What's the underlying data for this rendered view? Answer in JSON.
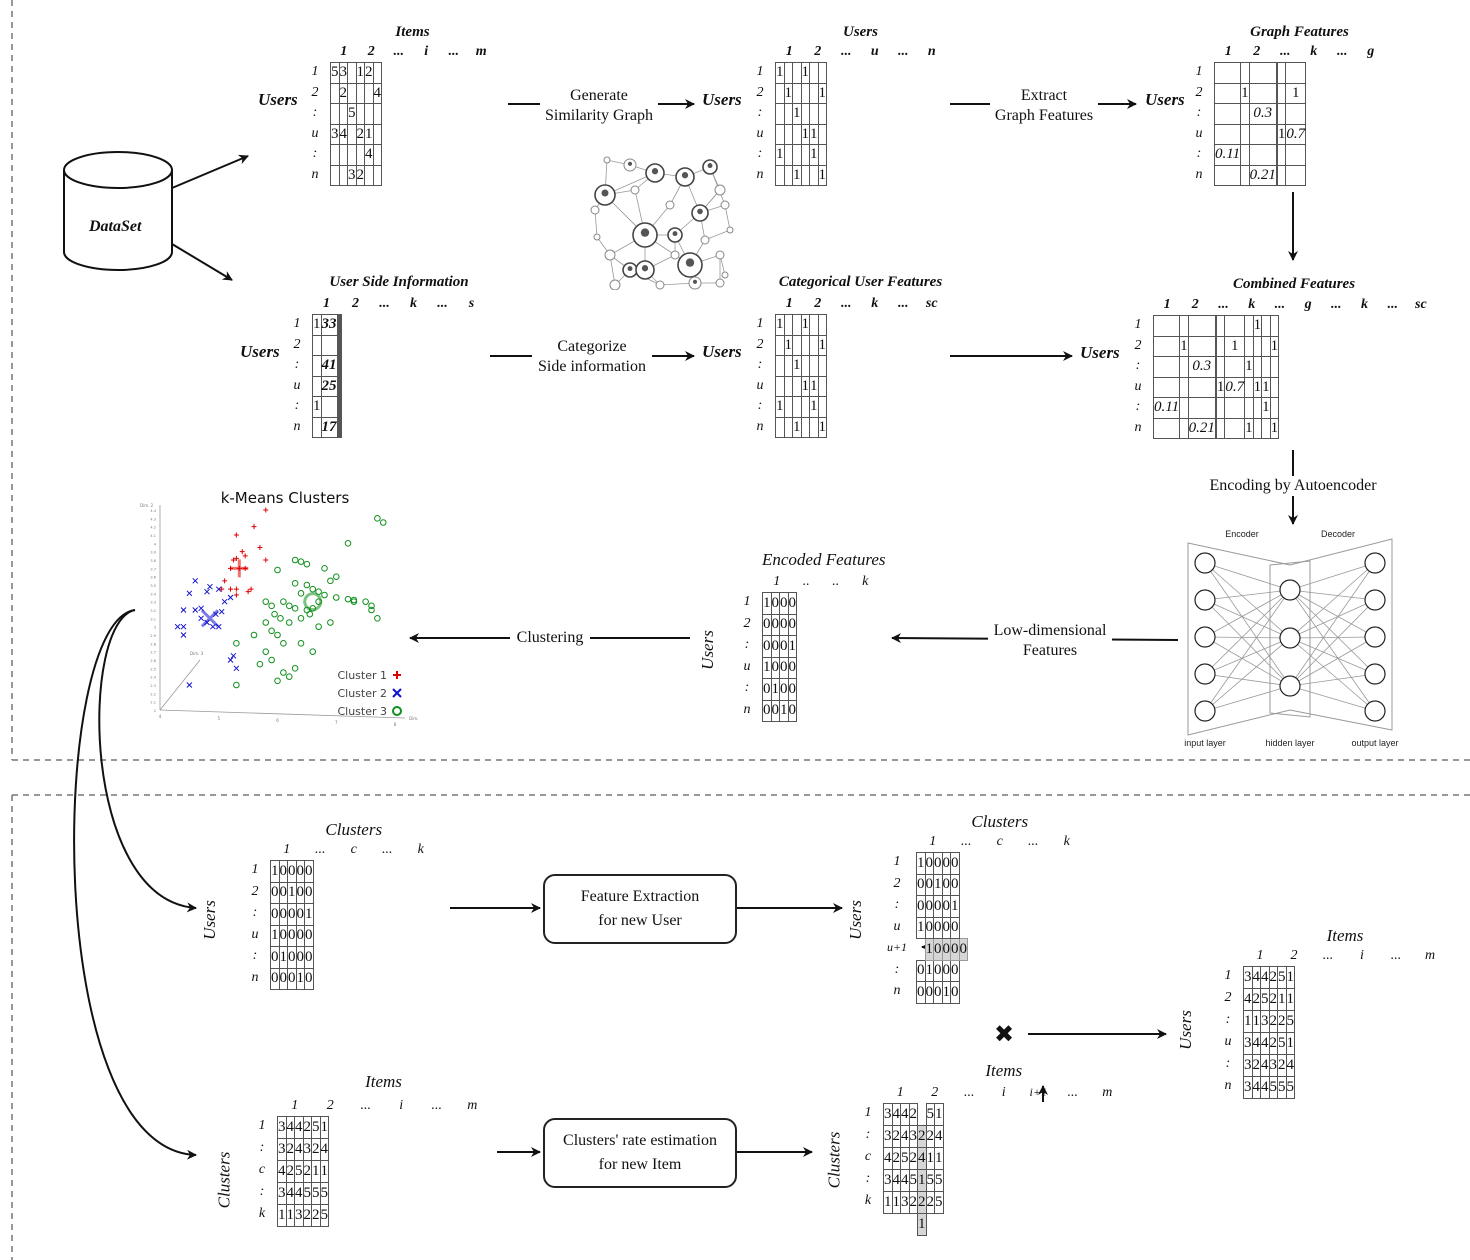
{
  "dataset": {
    "label": "DataSet"
  },
  "flow_labels": {
    "generate_graph": [
      "Generate",
      "Similarity Graph"
    ],
    "extract_features": [
      "Extract",
      "Graph Features"
    ],
    "categorize": [
      "Categorize",
      "Side information"
    ],
    "encoding": "Encoding by Autoencoder",
    "low_dim": [
      "Low-dimensional",
      "Features"
    ],
    "clustering": "Clustering"
  },
  "process_boxes": {
    "feature_extraction": [
      "Feature Extraction",
      "for new User"
    ],
    "rate_estimation": [
      "Clusters' rate estimation",
      "for new Item"
    ]
  },
  "multiply_symbol": "✖",
  "matrices": {
    "ratings": {
      "title": "Items",
      "axis": "Users",
      "cols": [
        "1",
        "2",
        "...",
        "i",
        "...",
        "m"
      ],
      "rows": [
        "1",
        "2",
        ":",
        "u",
        ":",
        "n"
      ],
      "cells": [
        [
          "5",
          "3",
          "",
          "1",
          "2",
          ""
        ],
        [
          "",
          "2",
          "",
          "",
          "",
          "4"
        ],
        [
          "",
          "",
          "5",
          "",
          "",
          ""
        ],
        [
          "3",
          "4",
          "",
          "2",
          "1",
          ""
        ],
        [
          "",
          "",
          "",
          "",
          "4",
          ""
        ],
        [
          "",
          "",
          "3",
          "2",
          "",
          ""
        ]
      ]
    },
    "similarity": {
      "title": "Users",
      "axis": "Users",
      "cols": [
        "1",
        "2",
        "...",
        "u",
        "...",
        "n"
      ],
      "rows": [
        "1",
        "2",
        ":",
        "u",
        ":",
        "n"
      ],
      "cells": [
        [
          "1",
          "",
          "",
          "1",
          "",
          ""
        ],
        [
          "",
          "1",
          "",
          "",
          "",
          "1"
        ],
        [
          "",
          "",
          "1",
          "",
          "",
          ""
        ],
        [
          "",
          "",
          "",
          "1",
          "1",
          ""
        ],
        [
          "1",
          "",
          "",
          "",
          "1",
          ""
        ],
        [
          "",
          "",
          "1",
          "",
          "",
          "1"
        ]
      ]
    },
    "graph_features": {
      "title": "Graph Features",
      "axis": "Users",
      "cols": [
        "1",
        "2",
        "...",
        "k",
        "...",
        "g"
      ],
      "rows": [
        "1",
        "2",
        ":",
        "u",
        ":",
        "n"
      ],
      "cells": [
        [
          "",
          "",
          "",
          "",
          "",
          ""
        ],
        [
          "",
          "1",
          "",
          "",
          "",
          "1"
        ],
        [
          "",
          "",
          "0.3",
          "",
          "",
          ""
        ],
        [
          "",
          "",
          "",
          "",
          "1",
          "0.7"
        ],
        [
          "0.11",
          "",
          "",
          "",
          "",
          ""
        ],
        [
          "",
          "",
          "0.21",
          "",
          "",
          ""
        ]
      ]
    },
    "side_info": {
      "title": "User Side Information",
      "axis": "Users",
      "cols": [
        "1",
        "2",
        "...",
        "k",
        "...",
        "s"
      ],
      "rows": [
        "1",
        "2",
        ":",
        "u",
        ":",
        "n"
      ],
      "cells": [
        [
          "1",
          "33",
          "",
          "",
          "",
          ""
        ],
        [
          "",
          "",
          "",
          "",
          "",
          ""
        ],
        [
          "",
          "41",
          "",
          "",
          "",
          ""
        ],
        [
          "",
          "25",
          "",
          "",
          "",
          ""
        ],
        [
          "1",
          "",
          "",
          "",
          "",
          ""
        ],
        [
          "",
          "17",
          "",
          "",
          "",
          ""
        ]
      ]
    },
    "categorical": {
      "title": "Categorical User Features",
      "axis": "Users",
      "cols": [
        "1",
        "2",
        "...",
        "k",
        "...",
        "sc"
      ],
      "rows": [
        "1",
        "2",
        ":",
        "u",
        ":",
        "n"
      ],
      "cells": [
        [
          "1",
          "",
          "",
          "1",
          "",
          ""
        ],
        [
          "",
          "1",
          "",
          "",
          "",
          "1"
        ],
        [
          "",
          "",
          "1",
          "",
          "",
          ""
        ],
        [
          "",
          "",
          "",
          "1",
          "1",
          ""
        ],
        [
          "1",
          "",
          "",
          "",
          "1",
          ""
        ],
        [
          "",
          "",
          "1",
          "",
          "",
          "1"
        ]
      ]
    },
    "combined": {
      "title": "Combined Features",
      "axis": "Users",
      "cols": [
        "1",
        "2",
        "...",
        "k",
        "...",
        "g",
        "...",
        "k",
        "...",
        "sc"
      ],
      "rows": [
        "1",
        "2",
        ":",
        "u",
        ":",
        "n"
      ],
      "cells": [
        [
          "",
          "",
          "",
          "",
          "",
          "",
          "",
          "1",
          "",
          ""
        ],
        [
          "",
          "1",
          "",
          "",
          "",
          "1",
          "",
          "",
          "",
          "1"
        ],
        [
          "",
          "",
          "0.3",
          "",
          "",
          "",
          "1",
          "",
          "",
          ""
        ],
        [
          "",
          "",
          "",
          "",
          "1",
          "0.7",
          "",
          "1",
          "1",
          ""
        ],
        [
          "0.11",
          "",
          "",
          "",
          "",
          "",
          "",
          "",
          "1",
          ""
        ],
        [
          "",
          "",
          "0.21",
          "",
          "",
          "",
          "1",
          "",
          "",
          "1"
        ]
      ]
    },
    "encoded": {
      "title": "Encoded Features",
      "axis": "Users",
      "cols": [
        "1",
        "..",
        "..",
        "k"
      ],
      "rows": [
        "1",
        "2",
        ":",
        "u",
        ":",
        "n"
      ],
      "cells": [
        [
          "1",
          "0",
          "0",
          "0"
        ],
        [
          "0",
          "0",
          "0",
          "0"
        ],
        [
          "0",
          "0",
          "0",
          "1"
        ],
        [
          "1",
          "0",
          "0",
          "0"
        ],
        [
          "0",
          "1",
          "0",
          "0"
        ],
        [
          "0",
          "0",
          "1",
          "0"
        ]
      ]
    },
    "user_clusters": {
      "title": "Clusters",
      "axis": "Users",
      "cols": [
        "1",
        "...",
        "c",
        "...",
        "k"
      ],
      "rows": [
        "1",
        "2",
        ":",
        "u",
        ":",
        "n"
      ],
      "cells": [
        [
          "1",
          "0",
          "0",
          "0",
          "0"
        ],
        [
          "0",
          "0",
          "1",
          "0",
          "0"
        ],
        [
          "0",
          "0",
          "0",
          "0",
          "1"
        ],
        [
          "1",
          "0",
          "0",
          "0",
          "0"
        ],
        [
          "0",
          "1",
          "0",
          "0",
          "0"
        ],
        [
          "0",
          "0",
          "0",
          "1",
          "0"
        ]
      ]
    },
    "user_clusters_new": {
      "title": "Clusters",
      "axis": "Users",
      "cols": [
        "1",
        "...",
        "c",
        "...",
        "k"
      ],
      "rows": [
        "1",
        "2",
        ":",
        "u",
        "u+1",
        ":",
        "n"
      ],
      "cells": [
        [
          "1",
          "0",
          "0",
          "0",
          "0"
        ],
        [
          "0",
          "0",
          "1",
          "0",
          "0"
        ],
        [
          "0",
          "0",
          "0",
          "0",
          "1"
        ],
        [
          "1",
          "0",
          "0",
          "0",
          "0"
        ],
        [
          "1",
          "0",
          "0",
          "0",
          "0"
        ],
        [
          "0",
          "1",
          "0",
          "0",
          "0"
        ],
        [
          "0",
          "0",
          "0",
          "1",
          "0"
        ]
      ]
    },
    "cluster_items": {
      "title": "Items",
      "axis": "Clusters",
      "cols": [
        "1",
        "2",
        "...",
        "i",
        "...",
        "m"
      ],
      "rows": [
        "1",
        ":",
        "c",
        ":",
        "k"
      ],
      "cells": [
        [
          "3",
          "4",
          "4",
          "2",
          "5",
          "1"
        ],
        [
          "3",
          "2",
          "4",
          "3",
          "2",
          "4"
        ],
        [
          "4",
          "2",
          "5",
          "2",
          "1",
          "1"
        ],
        [
          "3",
          "4",
          "4",
          "5",
          "5",
          "5"
        ],
        [
          "1",
          "1",
          "3",
          "2",
          "2",
          "5"
        ]
      ]
    },
    "cluster_items_new": {
      "title": "Items",
      "axis": "Clusters",
      "cols": [
        "1",
        "2",
        "...",
        "i",
        "i+1",
        "...",
        "m"
      ],
      "rows": [
        "1",
        ":",
        "c",
        ":",
        "k"
      ],
      "cells": [
        [
          "3",
          "4",
          "4",
          "2",
          "",
          "5",
          "1"
        ],
        [
          "3",
          "2",
          "4",
          "3",
          "2",
          "2",
          "4"
        ],
        [
          "4",
          "2",
          "5",
          "2",
          "4",
          "1",
          "1"
        ],
        [
          "3",
          "4",
          "4",
          "5",
          "1",
          "5",
          "5"
        ],
        [
          "1",
          "1",
          "3",
          "2",
          "2",
          "2",
          "5"
        ]
      ],
      "extra_cell": "1"
    },
    "predicted": {
      "title": "Items",
      "axis": "Users",
      "cols": [
        "1",
        "2",
        "...",
        "i",
        "...",
        "m"
      ],
      "rows": [
        "1",
        "2",
        ":",
        "u",
        ":",
        "n"
      ],
      "cells": [
        [
          "3",
          "4",
          "4",
          "2",
          "5",
          "1"
        ],
        [
          "4",
          "2",
          "5",
          "2",
          "1",
          "1"
        ],
        [
          "1",
          "1",
          "3",
          "2",
          "2",
          "5"
        ],
        [
          "3",
          "4",
          "4",
          "2",
          "5",
          "1"
        ],
        [
          "3",
          "2",
          "4",
          "3",
          "2",
          "4"
        ],
        [
          "3",
          "4",
          "4",
          "5",
          "5",
          "5"
        ]
      ]
    }
  },
  "autoencoder": {
    "encoder_label": "Encoder",
    "decoder_label": "Decoder",
    "input_label": "input layer",
    "hidden_label": "hidden layer",
    "output_label": "output layer",
    "input_nodes": 5,
    "hidden_nodes": 3,
    "output_nodes": 5
  },
  "chart_data": {
    "type": "scatter",
    "title": "k-Means Clusters",
    "xlabel": "Dim. 1",
    "ylabel": "Dim. 2",
    "zlabel": "Dim. 3",
    "xlim": [
      4,
      8
    ],
    "ylim": [
      2,
      4.4
    ],
    "yticks": [
      "2",
      "2.1",
      "2.2",
      "2.3",
      "2.4",
      "2.5",
      "2.6",
      "2.7",
      "2.8",
      "2.9",
      "3",
      "3.1",
      "3.2",
      "3.3",
      "3.4",
      "3.5",
      "3.6",
      "3.7",
      "3.8",
      "3.9",
      "4",
      "4.1",
      "4.2",
      "4.3",
      "4.4"
    ],
    "xticks": [
      "4",
      "5",
      "6",
      "7",
      "8"
    ],
    "legend_position": "bottom-right",
    "series": [
      {
        "name": "Cluster 1",
        "marker": "+",
        "color": "#e00000",
        "points": [
          [
            5.8,
            4.4
          ],
          [
            5.6,
            4.2
          ],
          [
            5.3,
            4.1
          ],
          [
            5.7,
            3.95
          ],
          [
            5.4,
            3.9
          ],
          [
            5.45,
            3.85
          ],
          [
            5.25,
            3.8
          ],
          [
            5.3,
            3.82
          ],
          [
            5.8,
            3.8
          ],
          [
            5.2,
            3.7
          ],
          [
            5.35,
            3.7
          ],
          [
            5.45,
            3.7
          ],
          [
            5.1,
            3.55
          ],
          [
            5.2,
            3.45
          ],
          [
            5.3,
            3.45
          ],
          [
            5.05,
            3.45
          ],
          [
            5.5,
            3.42
          ],
          [
            5.55,
            3.45
          ],
          [
            5.3,
            3.38
          ]
        ],
        "centroid": [
          5.35,
          3.7
        ]
      },
      {
        "name": "Cluster 2",
        "marker": "x",
        "color": "#1010d0",
        "points": [
          [
            4.6,
            3.55
          ],
          [
            4.5,
            3.4
          ],
          [
            4.8,
            3.42
          ],
          [
            5.0,
            3.45
          ],
          [
            4.85,
            3.48
          ],
          [
            4.4,
            3.2
          ],
          [
            4.6,
            3.2
          ],
          [
            4.7,
            3.22
          ],
          [
            4.95,
            3.15
          ],
          [
            5.05,
            3.18
          ],
          [
            4.7,
            3.1
          ],
          [
            4.8,
            3.05
          ],
          [
            4.3,
            3.0
          ],
          [
            4.4,
            3.0
          ],
          [
            4.9,
            3.0
          ],
          [
            5.0,
            3.0
          ],
          [
            4.4,
            2.9
          ],
          [
            5.1,
            3.3
          ],
          [
            5.2,
            3.35
          ],
          [
            5.2,
            2.6
          ],
          [
            5.3,
            2.5
          ],
          [
            5.25,
            2.65
          ],
          [
            4.5,
            2.3
          ]
        ],
        "centroid": [
          4.85,
          3.1
        ]
      },
      {
        "name": "Cluster 3",
        "marker": "o",
        "color": "#10901c",
        "points": [
          [
            7.7,
            4.3
          ],
          [
            7.8,
            4.25
          ],
          [
            7.2,
            4.0
          ],
          [
            6.3,
            3.8
          ],
          [
            6.4,
            3.78
          ],
          [
            6.5,
            3.75
          ],
          [
            6.8,
            3.7
          ],
          [
            6.0,
            3.68
          ],
          [
            7.0,
            3.6
          ],
          [
            6.9,
            3.55
          ],
          [
            6.3,
            3.52
          ],
          [
            6.5,
            3.5
          ],
          [
            6.4,
            3.4
          ],
          [
            6.6,
            3.45
          ],
          [
            6.7,
            3.42
          ],
          [
            6.8,
            3.38
          ],
          [
            7.2,
            3.33
          ],
          [
            7.3,
            3.32
          ],
          [
            7.5,
            3.3
          ],
          [
            7.6,
            3.25
          ],
          [
            5.8,
            3.3
          ],
          [
            5.9,
            3.25
          ],
          [
            6.1,
            3.3
          ],
          [
            6.2,
            3.25
          ],
          [
            6.3,
            3.22
          ],
          [
            6.5,
            3.2
          ],
          [
            6.6,
            3.22
          ],
          [
            6.7,
            3.3
          ],
          [
            7.0,
            3.35
          ],
          [
            7.3,
            3.3
          ],
          [
            7.6,
            3.2
          ],
          [
            5.95,
            3.15
          ],
          [
            6.05,
            3.1
          ],
          [
            6.2,
            3.05
          ],
          [
            6.4,
            3.1
          ],
          [
            6.55,
            3.15
          ],
          [
            6.7,
            3.0
          ],
          [
            6.9,
            3.05
          ],
          [
            7.7,
            3.1
          ],
          [
            5.8,
            3.05
          ],
          [
            5.9,
            2.95
          ],
          [
            6.0,
            2.9
          ],
          [
            6.1,
            2.8
          ],
          [
            6.4,
            2.8
          ],
          [
            6.6,
            2.7
          ],
          [
            5.6,
            2.9
          ],
          [
            5.3,
            2.8
          ],
          [
            5.8,
            2.7
          ],
          [
            5.9,
            2.6
          ],
          [
            5.7,
            2.55
          ],
          [
            6.1,
            2.45
          ],
          [
            6.2,
            2.4
          ],
          [
            6.3,
            2.5
          ],
          [
            6.0,
            2.35
          ],
          [
            5.3,
            2.3
          ]
        ],
        "centroid": [
          6.6,
          3.3
        ]
      }
    ]
  }
}
